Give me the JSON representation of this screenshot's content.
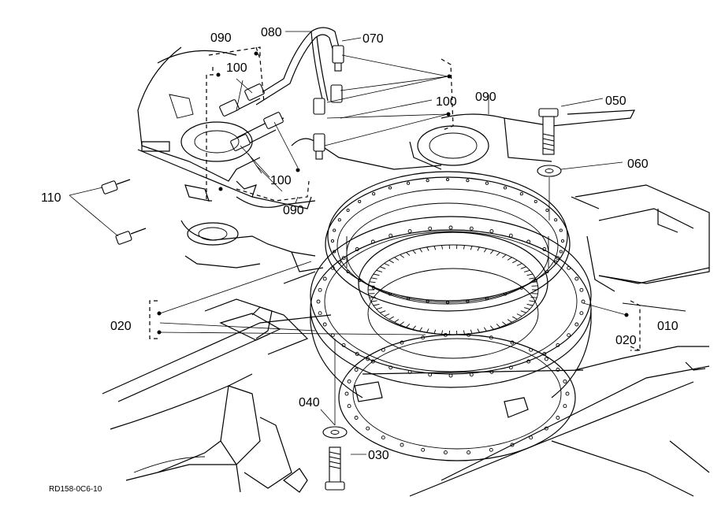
{
  "diagram": {
    "reference": "RD158-0C6-10",
    "callouts": {
      "c010": "010",
      "c020a": "020",
      "c020b": "020",
      "c030": "030",
      "c040": "040",
      "c050": "050",
      "c060": "060",
      "c070": "070",
      "c080": "080",
      "c090a": "090",
      "c090b": "090",
      "c090c": "090",
      "c100a": "100",
      "c100b": "100",
      "c100c": "100",
      "c110": "110"
    }
  }
}
